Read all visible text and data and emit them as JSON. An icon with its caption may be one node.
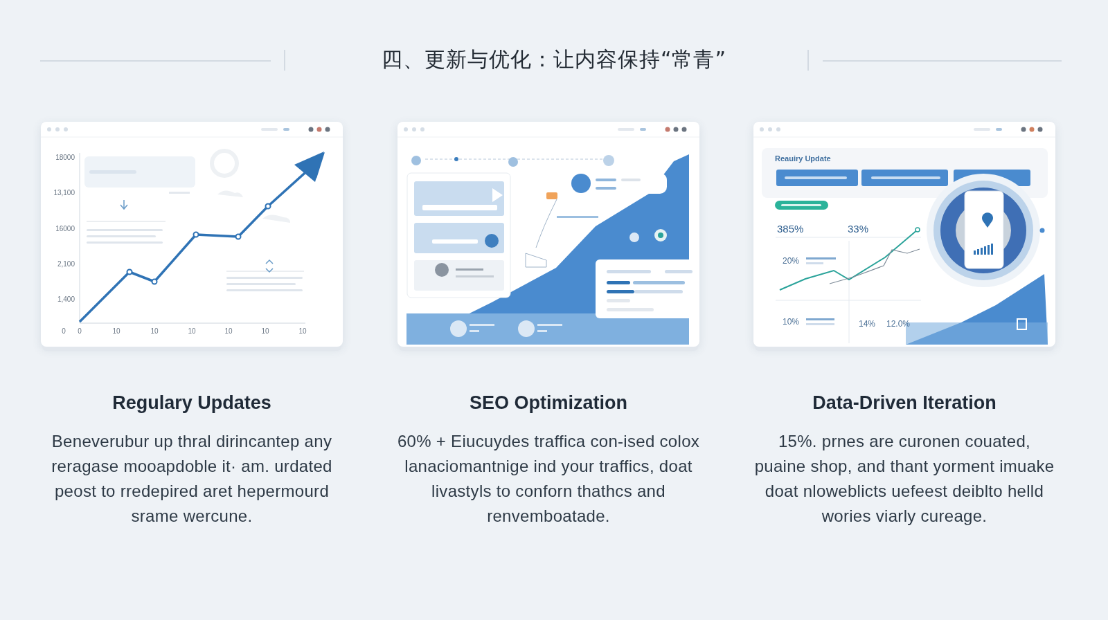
{
  "diagram": {
    "title": "四、更新与优化：让内容保持“常青”",
    "nodes": [
      {
        "text": [
          "Regulary Updates",
          "Beneverubur up thral dirincantep any reragase mooapdoble it· am. urdated peost to rredepired aret hepermourd srame wercune."
        ]
      },
      {
        "text": [
          "SEO Optimization",
          "60% + Eiucuydes traffica con-ised colox lanaciomantnige ind your traffics, doat livastyls to conforn thathcs and renvemboatade."
        ]
      },
      {
        "text": [
          "Data-Driven Iteration",
          "15%. prnes are curonen couated, puaine shop, and thant yorment imuake doat nloweblicts uefeest deiblto helld wories viarly cureage."
        ]
      }
    ],
    "labels": [
      "18000",
      "13,100",
      "16000",
      "2,100",
      "1,400",
      "0",
      "0",
      "10",
      "10",
      "10",
      "10",
      "10",
      "10",
      "Reauiry Update",
      "385%",
      "33%",
      "20%",
      "10%",
      "14%",
      "12.0%"
    ]
  }
}
